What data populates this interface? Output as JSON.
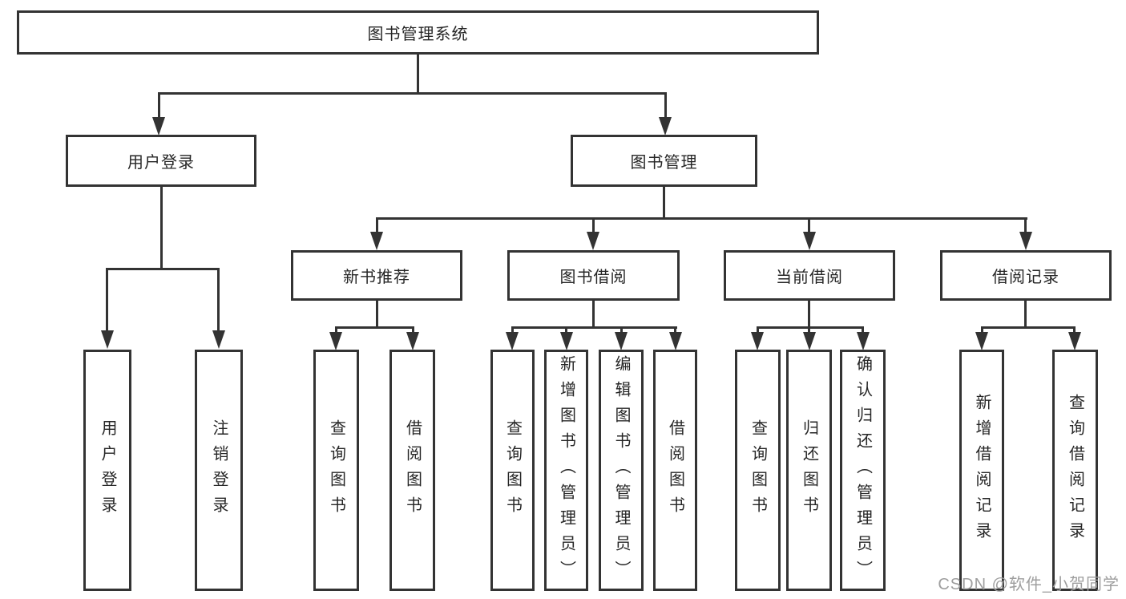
{
  "tree": {
    "root": {
      "label": "图书管理系统"
    },
    "branches": [
      {
        "label": "用户登录",
        "children": [
          "用户登录",
          "注销登录"
        ]
      },
      {
        "label": "图书管理",
        "groups": [
          {
            "label": "新书推荐",
            "children": [
              "查询图书",
              "借阅图书"
            ]
          },
          {
            "label": "图书借阅",
            "children": [
              "查询图书",
              "新增图书（管理员）",
              "编辑图书（管理员）",
              "借阅图书"
            ]
          },
          {
            "label": "当前借阅",
            "children": [
              "查询图书",
              "归还图书",
              "确认归还（管理员）"
            ]
          },
          {
            "label": "借阅记录",
            "children": [
              "新增借阅记录",
              "查询借阅记录"
            ]
          }
        ]
      }
    ]
  },
  "watermark": {
    "text": "CSDN @软件_小贺同学"
  },
  "colors": {
    "line": "#333333",
    "box_border": "#333333",
    "text": "#262626",
    "watermark": "#9e9e9e",
    "background": "#ffffff"
  }
}
